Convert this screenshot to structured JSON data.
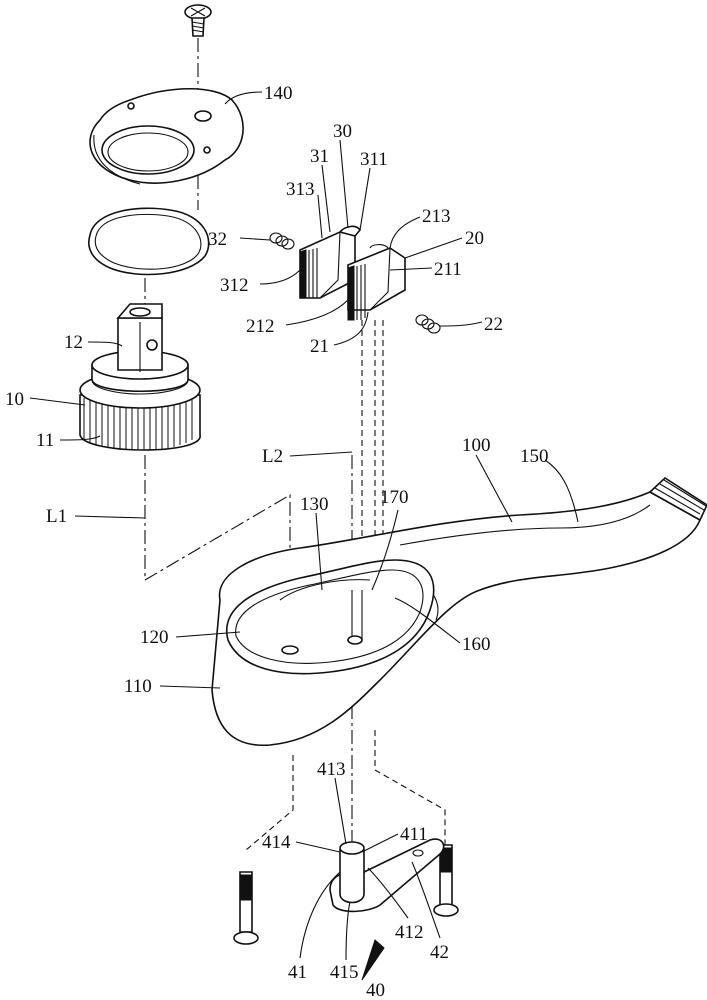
{
  "figure": {
    "labels": {
      "l140": "140",
      "l30": "30",
      "l31": "31",
      "l311": "311",
      "l313": "313",
      "l213": "213",
      "l32": "32",
      "l20": "20",
      "l211": "211",
      "l312": "312",
      "l212": "212",
      "l22": "22",
      "l21": "21",
      "l12": "12",
      "l10": "10",
      "l11": "11",
      "lL2": "L2",
      "l100": "100",
      "l150": "150",
      "lL1": "L1",
      "l130": "130",
      "l170": "170",
      "l120": "120",
      "l160": "160",
      "l110": "110",
      "l413": "413",
      "l414": "414",
      "l411": "411",
      "l41": "41",
      "l415": "415",
      "l412": "412",
      "l42": "42",
      "l40": "40"
    }
  }
}
